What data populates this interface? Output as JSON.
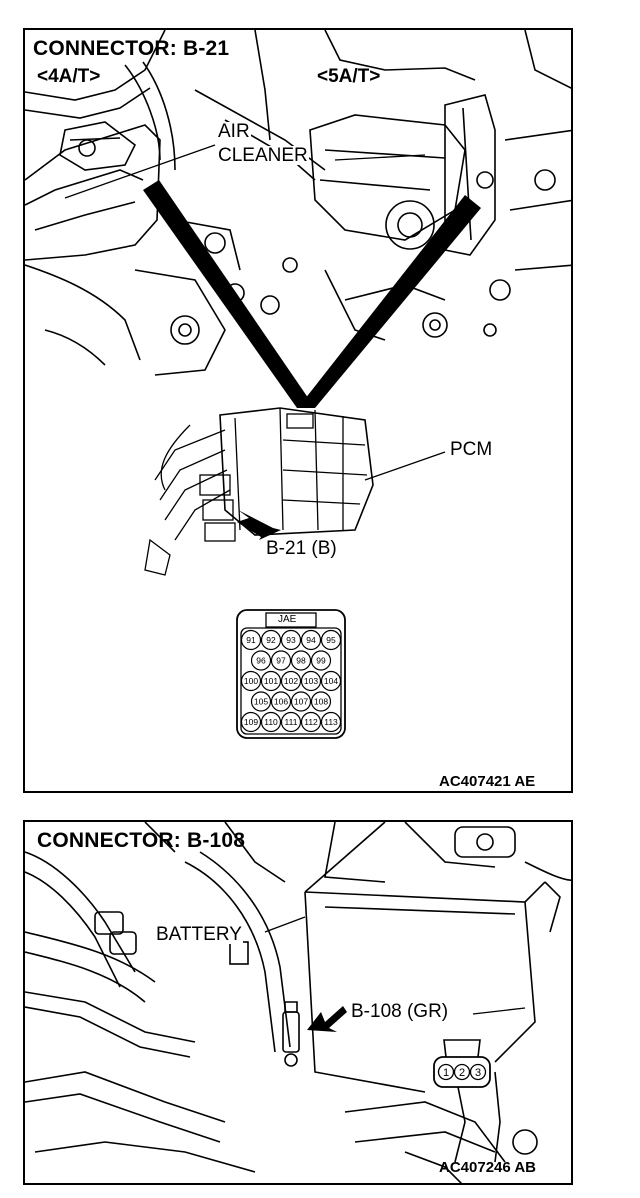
{
  "connector_b21": {
    "title": "CONNECTOR: B-21",
    "variant_left": "<4A/T>",
    "variant_right": "<5A/T>",
    "air_cleaner_line1": "AIR",
    "air_cleaner_line2": "CLEANER",
    "pcm_label": "PCM",
    "connector_callout": "B-21 (B)",
    "connector_type": "JAE",
    "pin_rows": [
      [
        "91",
        "92",
        "93",
        "94",
        "95"
      ],
      [
        "96",
        "97",
        "98",
        "99"
      ],
      [
        "100",
        "101",
        "102",
        "103",
        "104"
      ],
      [
        "105",
        "106",
        "107",
        "108"
      ],
      [
        "109",
        "110",
        "111",
        "112",
        "113"
      ]
    ],
    "figure_code": "AC407421 AE"
  },
  "connector_b108": {
    "title": "CONNECTOR: B-108",
    "battery_label": "BATTERY",
    "connector_callout": "B-108 (GR)",
    "pins": [
      "1",
      "2",
      "3"
    ],
    "figure_code": "AC407246 AB"
  }
}
